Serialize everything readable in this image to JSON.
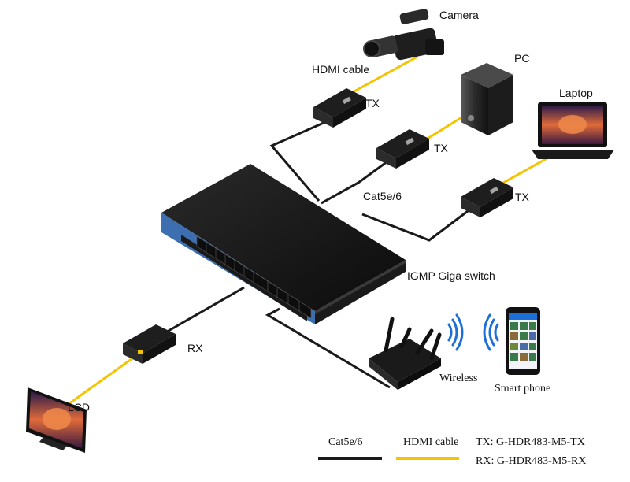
{
  "colors": {
    "cat_cable": "#1a1a1a",
    "hdmi_cable": "#f5c400",
    "switch_body": "#151515",
    "switch_trim": "#3d6fb0",
    "device_dark": "#1e1e1e",
    "screen_glow": "#e0603a",
    "wifi": "#1d6fd8"
  },
  "labels": {
    "camera": "Camera",
    "pc": "PC",
    "laptop": "Laptop",
    "hdmi_cable": "HDMI cable",
    "tx1": "TX",
    "tx2": "TX",
    "tx3": "TX",
    "cat": "Cat5e/6",
    "switch": "IGMP Giga switch",
    "rx": "RX",
    "lcd": "LCD",
    "wireless": "Wireless",
    "smartphone": "Smart phone"
  },
  "legend": {
    "cat_label": "Cat5e/6",
    "hdmi_label": "HDMI cable",
    "tx_model": "TX: G-HDR483-M5-TX",
    "rx_model": "RX: G-HDR483-M5-RX"
  },
  "icons": [
    "camera-icon",
    "pc-tower-icon",
    "laptop-icon",
    "tx-extender-icon",
    "rx-extender-icon",
    "network-switch-icon",
    "router-icon",
    "wifi-signal-icon",
    "smartphone-icon",
    "lcd-monitor-icon"
  ]
}
